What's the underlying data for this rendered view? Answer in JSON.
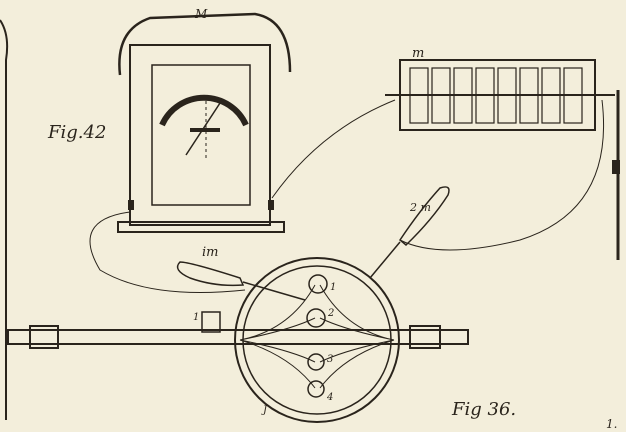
{
  "figures": {
    "fig42": {
      "caption": "Fig.42",
      "mirror_mark": "M",
      "battery_mark": "m"
    },
    "fig36": {
      "caption": "Fig 36.",
      "handle_left": "im",
      "handle_right": "2 m",
      "electrode_1": "1",
      "electrode_2": "2",
      "electrode_3": "3",
      "electrode_4": "4",
      "rim_mark": "J",
      "rod_mark": "1"
    },
    "edge_fragment": "1."
  },
  "colors": {
    "paper": "#f3eedb",
    "ink": "#2a241c"
  }
}
